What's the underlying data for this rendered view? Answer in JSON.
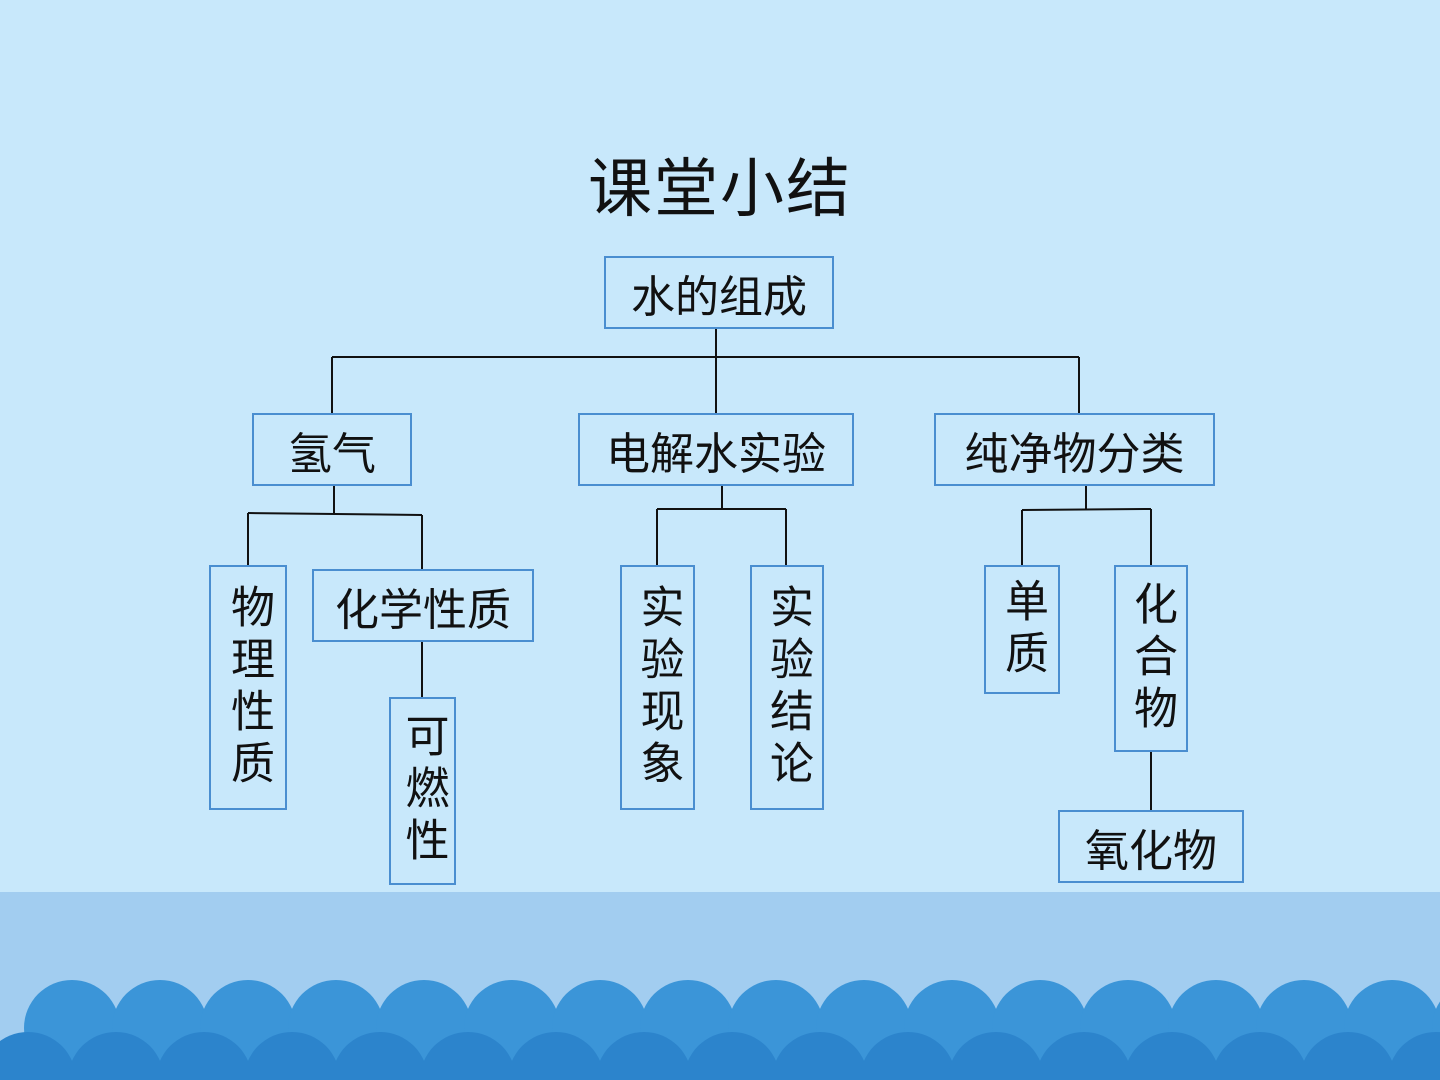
{
  "title": "课堂小结",
  "nodes": {
    "root": "水的组成",
    "hydrogen": "氢气",
    "electrolysis": "电解水实验",
    "classification": "纯净物分类",
    "physical_properties": "物理性质",
    "chemical_properties": "化学性质",
    "flammability": "可燃性",
    "phenomenon": "实验现象",
    "conclusion": "实验结论",
    "element": "单质",
    "compound": "化合物",
    "oxide": "氧化物"
  },
  "colors": {
    "background": "#c8e8fb",
    "node_border": "#4a8ed0",
    "bottom_band": "#a2cdf0",
    "wave_light": "#3b95d8",
    "wave_dark": "#2c84cc"
  }
}
